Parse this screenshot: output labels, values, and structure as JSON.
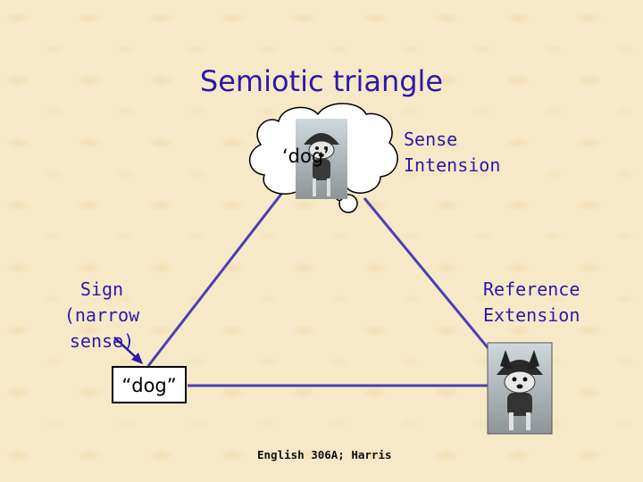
{
  "slide": {
    "title": "Semiotic triangle",
    "concept_word": "‘dog’",
    "sense_lines": [
      "Sense",
      "Intension"
    ],
    "reference_lines": [
      "Reference",
      "Extension"
    ],
    "sign_lines": [
      "Sign",
      "(narrow sense)"
    ],
    "sign_word": "“dog”",
    "footer": "English 306A; Harris"
  },
  "colors": {
    "background": "#f6e9c8",
    "text_accent": "#2b1aa8",
    "lines": "#4a3fb5"
  },
  "icons": [
    "thought-cloud-icon",
    "dog-photo-icon",
    "arrow-icon"
  ]
}
